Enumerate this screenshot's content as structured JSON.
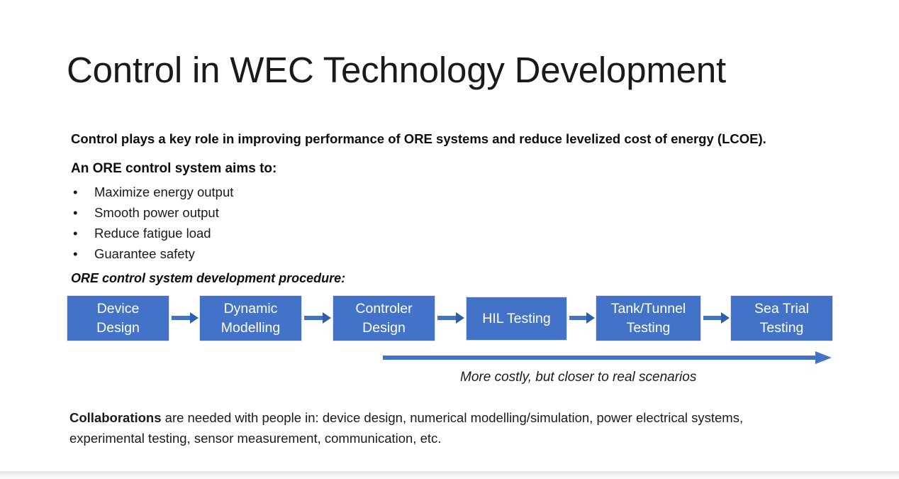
{
  "slide": {
    "title": "Control in WEC Technology Development",
    "lead": "Control plays a key role in improving performance of ORE systems and reduce levelized cost of energy (LCOE).",
    "subhead": "An ORE control system aims to:",
    "bullet_marker": "•",
    "bullets": [
      "Maximize energy output",
      "Smooth power output",
      "Reduce fatigue load",
      "Guarantee safety"
    ],
    "procedure_label": "ORE control system development procedure:",
    "flow": {
      "accent_color": "#4273c8",
      "arrow_head_color": "#2e5fae",
      "boxes": [
        {
          "line1": "Device",
          "line2": "Design"
        },
        {
          "line1": "Dynamic",
          "line2": "Modelling"
        },
        {
          "line1": "Controler",
          "line2": "Design"
        },
        {
          "line1": "HIL Testing",
          "line2": ""
        },
        {
          "line1": "Tank/Tunnel",
          "line2": "Testing"
        },
        {
          "line1": "Sea Trial",
          "line2": "Testing"
        }
      ]
    },
    "cost_caption": "More costly, but closer to real scenarios",
    "collaborations": {
      "bold_lead": "Collaborations",
      "rest": " are needed with people in: device design, numerical modelling/simulation, power electrical systems, experimental testing, sensor measurement, communication, etc."
    }
  }
}
